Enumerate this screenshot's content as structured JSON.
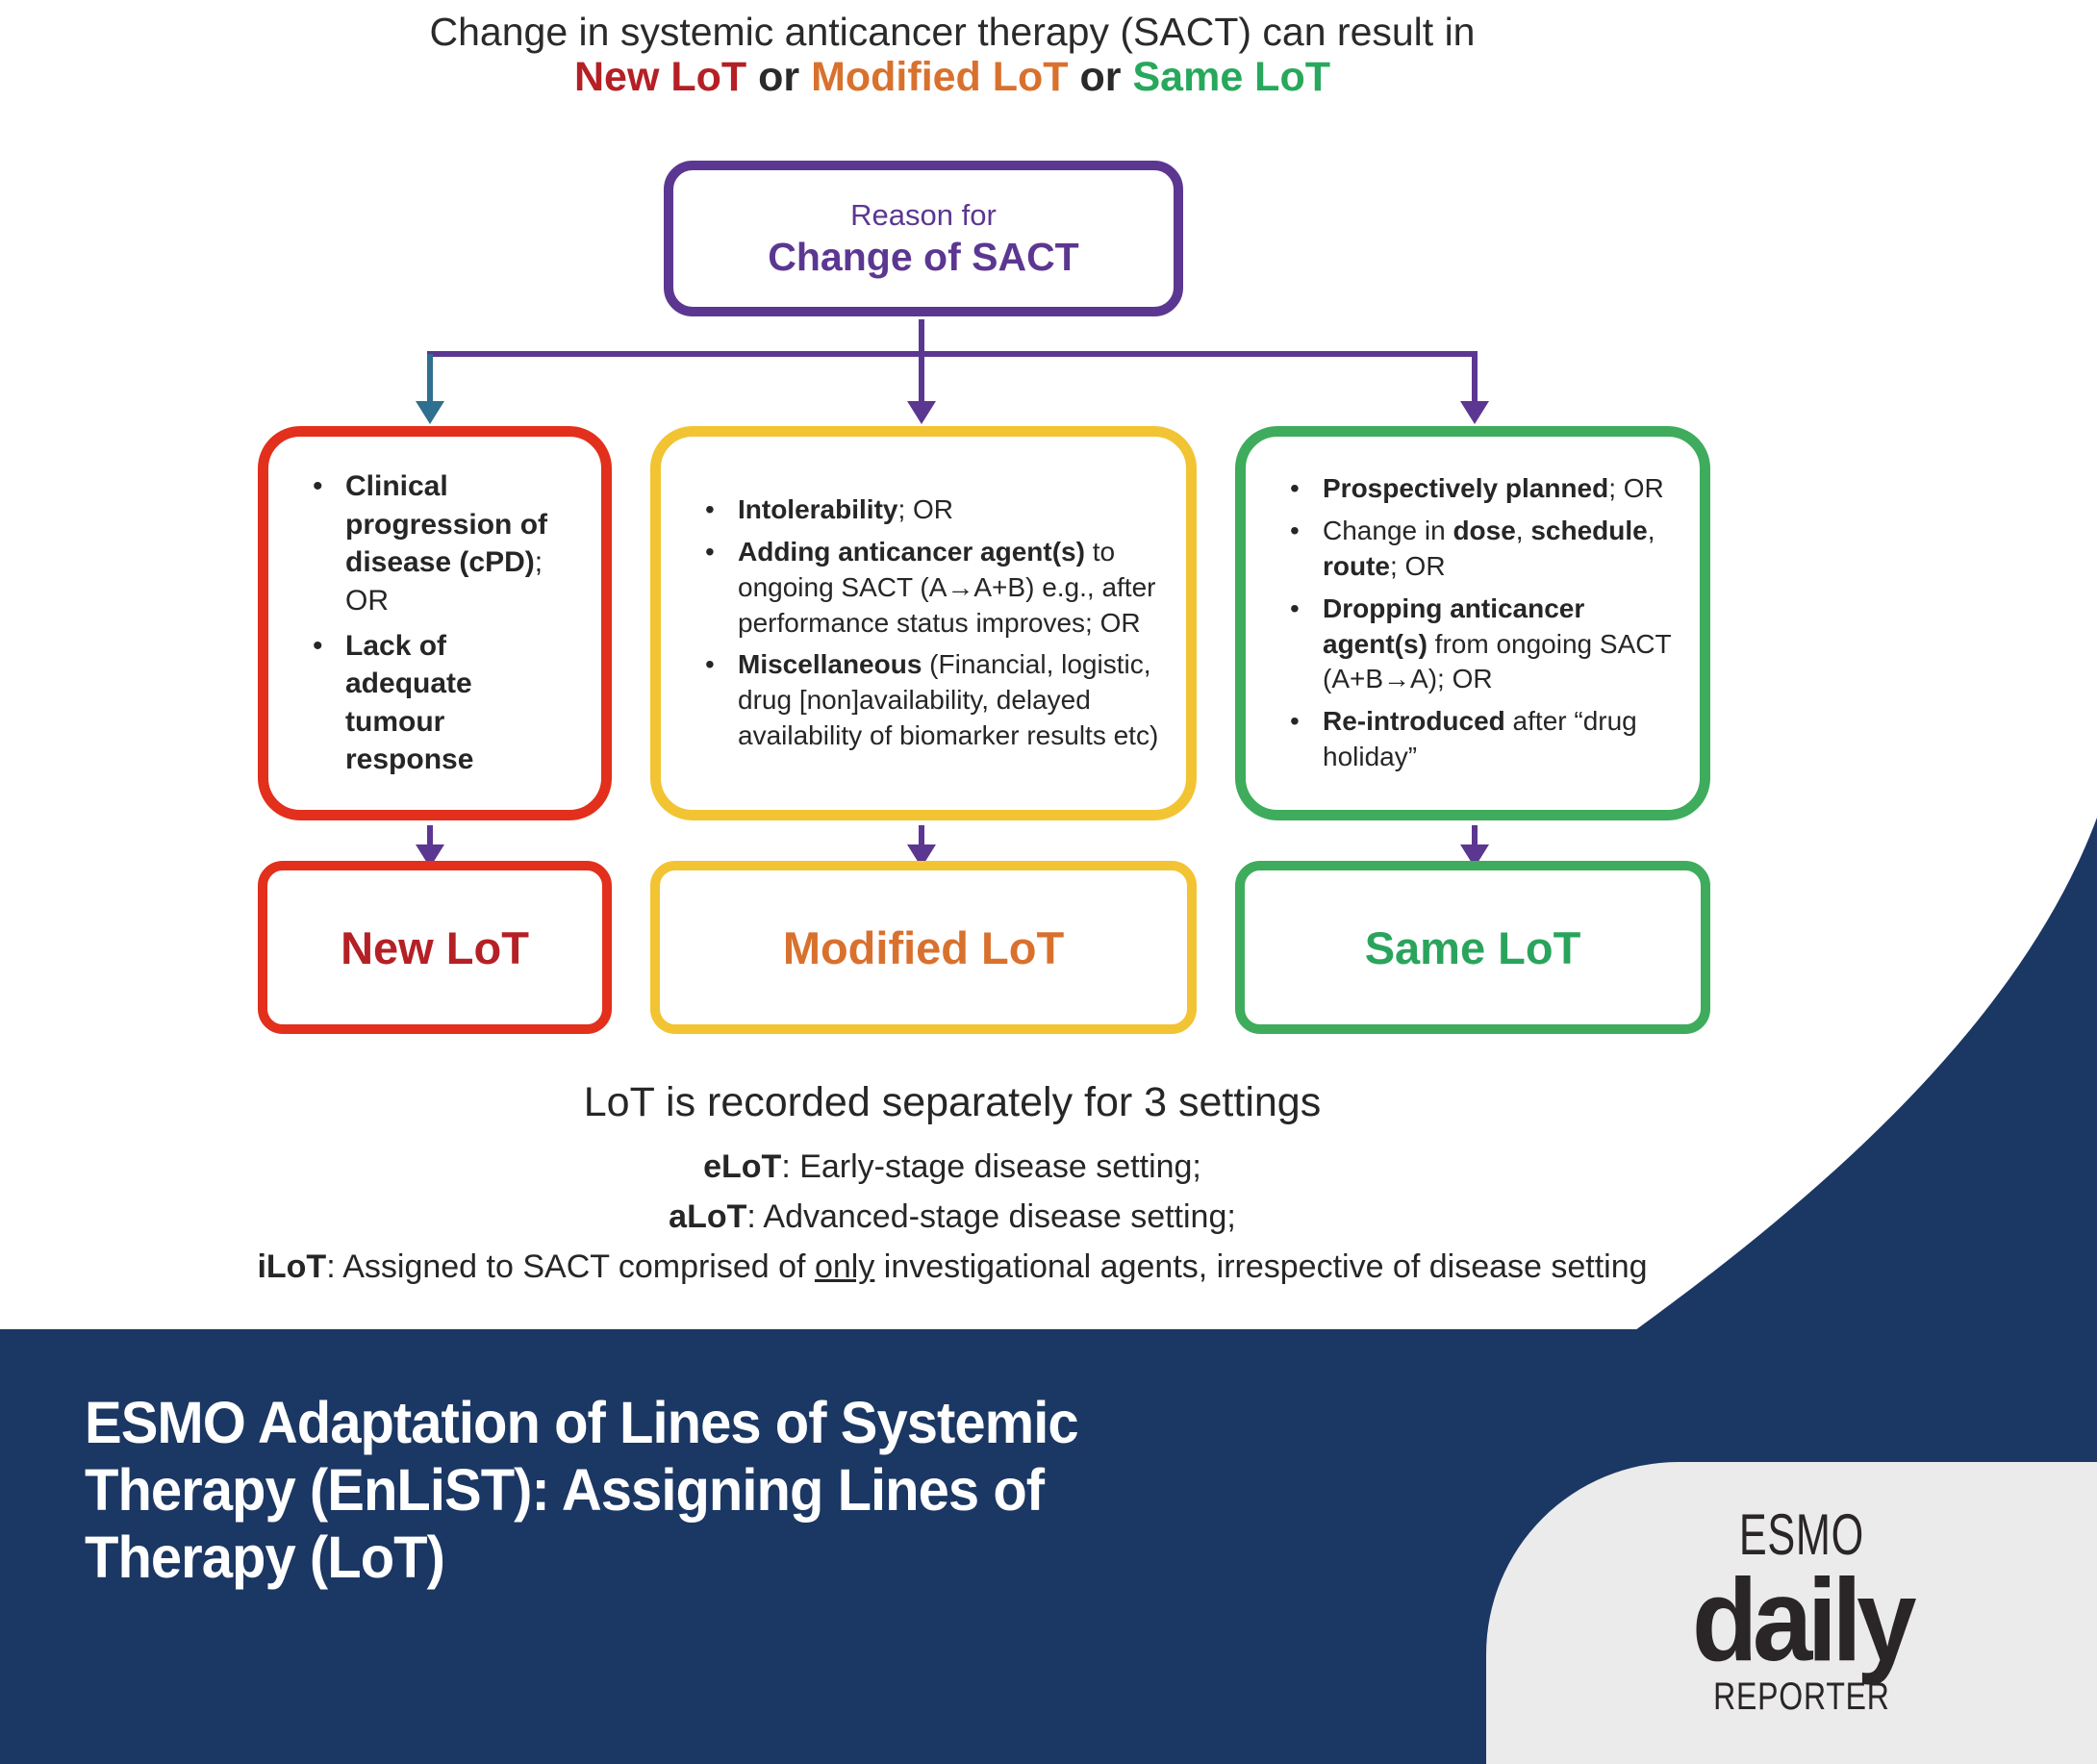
{
  "header": {
    "line1": "Change in systemic anticancer therapy (SACT) can result in",
    "line2": [
      {
        "t": "New LoT",
        "b": true,
        "c": "#B42025"
      },
      {
        "t": " or ",
        "b": false
      },
      {
        "t": "Modified LoT",
        "b": true,
        "c": "#D9712E"
      },
      {
        "t": " or ",
        "b": false
      },
      {
        "t": "Same LoT",
        "b": true,
        "c": "#27A85C"
      }
    ]
  },
  "root_box": {
    "line1": "Reason for",
    "line2": "Change of SACT",
    "border_color": "#5C3791"
  },
  "branches": [
    {
      "name": "new-lot",
      "border_color": "#E2301C",
      "bullets": [
        [
          {
            "t": "Clinical progression of disease (cPD)",
            "b": true
          },
          {
            "t": "; OR"
          }
        ],
        [
          {
            "t": "Lack of adequate tumour response",
            "b": true
          }
        ]
      ],
      "result_label": "New LoT",
      "result_text_color": "#B42025"
    },
    {
      "name": "modified-lot",
      "border_color": "#F2C433",
      "bullets": [
        [
          {
            "t": "Intolerability",
            "b": true
          },
          {
            "t": "; OR"
          }
        ],
        [
          {
            "t": "Adding anticancer agent(s)",
            "b": true
          },
          {
            "t": " to ongoing SACT (A→A+B) e.g., after performance status improves; OR"
          }
        ],
        [
          {
            "t": "Miscellaneous",
            "b": true
          },
          {
            "t": " (Financial, logistic, drug [non]availability, delayed availability of biomarker results etc)"
          }
        ]
      ],
      "result_label": "Modified LoT",
      "result_text_color": "#D9712E"
    },
    {
      "name": "same-lot",
      "border_color": "#3EAC5C",
      "bullets": [
        [
          {
            "t": "Prospectively planned",
            "b": true
          },
          {
            "t": "; OR"
          }
        ],
        [
          {
            "t": "Change in "
          },
          {
            "t": "dose",
            "b": true
          },
          {
            "t": ", "
          },
          {
            "t": "schedule",
            "b": true
          },
          {
            "t": ", "
          },
          {
            "t": "route",
            "b": true
          },
          {
            "t": "; OR"
          }
        ],
        [
          {
            "t": "Dropping anticancer agent(s)",
            "b": true
          },
          {
            "t": " from ongoing SACT (A+B→A); OR"
          }
        ],
        [
          {
            "t": "Re-introduced",
            "b": true
          },
          {
            "t": " after “drug holiday”"
          }
        ]
      ],
      "result_label": "Same LoT",
      "result_text_color": "#2AA45C"
    }
  ],
  "settings": {
    "title": "LoT is recorded separately for 3 settings",
    "items": [
      [
        {
          "t": "eLoT",
          "b": true
        },
        {
          "t": ": Early-stage disease setting;"
        }
      ],
      [
        {
          "t": "aLoT",
          "b": true
        },
        {
          "t": ": Advanced-stage disease setting;"
        }
      ],
      [
        {
          "t": "iLoT",
          "b": true
        },
        {
          "t": ": Assigned to SACT comprised of "
        },
        {
          "t": "only",
          "u": true
        },
        {
          "t": " investigational agents, irrespective of disease setting"
        }
      ]
    ]
  },
  "banner": {
    "title_lines": [
      "ESMO Adaptation of Lines of Systemic",
      "Therapy (EnLiST): Assigning Lines of",
      "Therapy (LoT)"
    ],
    "bg_color": "#1B3763"
  },
  "logo": {
    "top": "ESMO",
    "middle": "daily",
    "bottom": "REPORTER",
    "panel_color": "#EBEBEB",
    "text_color": "#2A2627"
  },
  "connector_colors": {
    "purple": "#5C3791",
    "teal_arrow": "#2F6F8F"
  }
}
